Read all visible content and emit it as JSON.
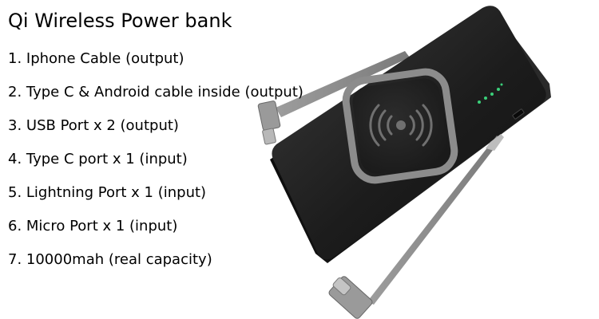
{
  "title": "Qi Wireless Power bank",
  "specs": [
    "1. Iphone Cable (output)",
    "2. Type C  & Android cable inside (output)",
    "3. USB Port x 2 (output)",
    "4. Type C port x 1 (input)",
    "5. Lightning Port x 1 (input)",
    "6. Micro Port x 1 (input)",
    "7. 10000mah (real capacity)"
  ],
  "colors": {
    "background": "#ffffff",
    "text": "#000000",
    "device_body": "#202020",
    "charging_pad_ring": "#8a8a8a",
    "cable": "#8c8c8c",
    "led": "#3ad07a"
  },
  "icons": {
    "wireless_charging": "wireless-charging-icon"
  }
}
